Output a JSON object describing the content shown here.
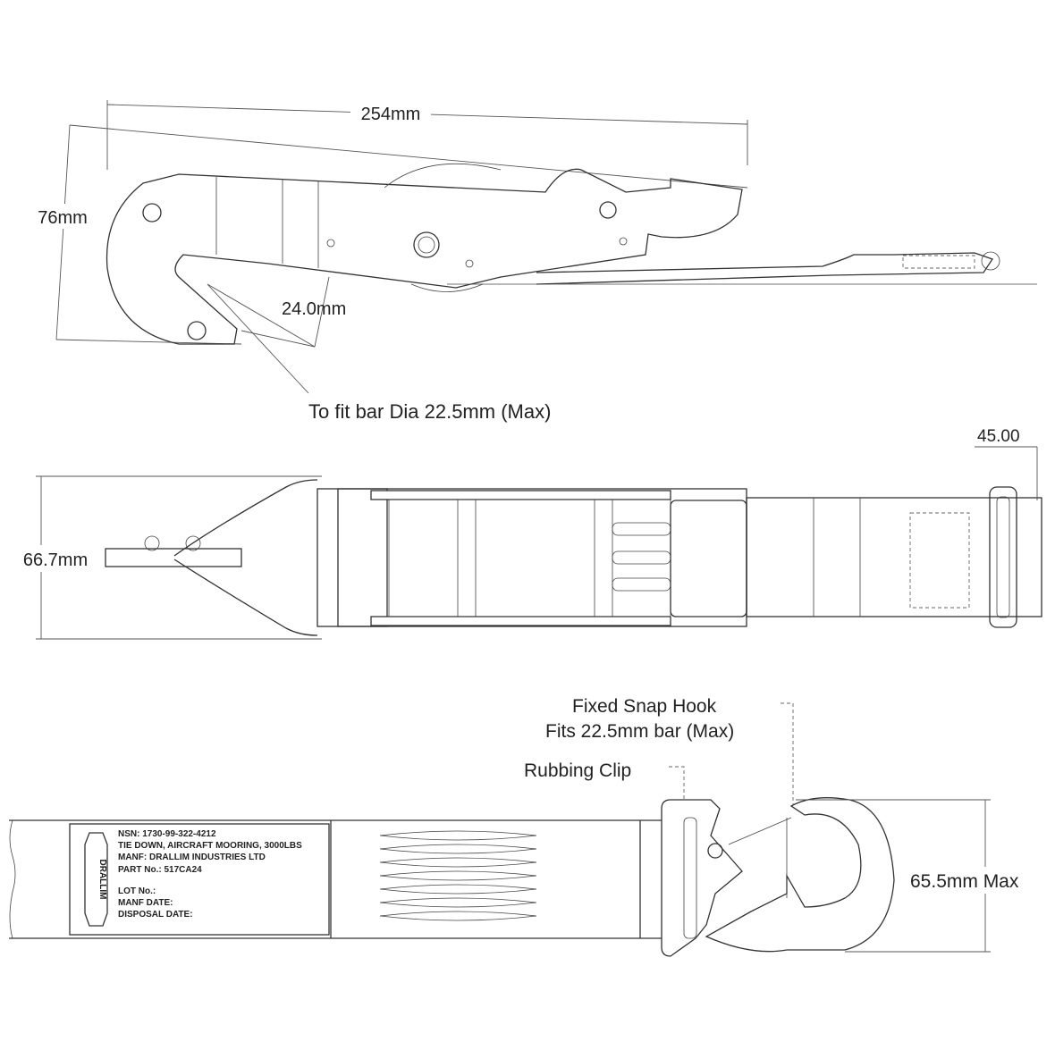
{
  "side_view": {
    "length_dim": "254mm",
    "height_dim": "76mm",
    "hook_opening_dim": "24.0mm",
    "bar_note": "To fit bar Dia 22.5mm (Max)"
  },
  "top_view": {
    "width_dim": "66.7mm",
    "strap_width_dim": "45.00"
  },
  "strap_view": {
    "snap_hook_label": "Fixed Snap Hook",
    "snap_hook_note": "Fits 22.5mm bar (Max)",
    "rubbing_clip_label": "Rubbing Clip",
    "hook_height_dim": "65.5mm Max",
    "label_plate": {
      "logo": "DRALLIM",
      "lines": [
        "NSN: 1730-99-322-4212",
        "TIE DOWN, AIRCRAFT MOORING, 3000LBS",
        "MANF: DRALLIM INDUSTRIES LTD",
        "PART No.: 517CA24",
        "LOT No.:",
        "MANF DATE:",
        "DISPOSAL DATE:"
      ]
    }
  }
}
